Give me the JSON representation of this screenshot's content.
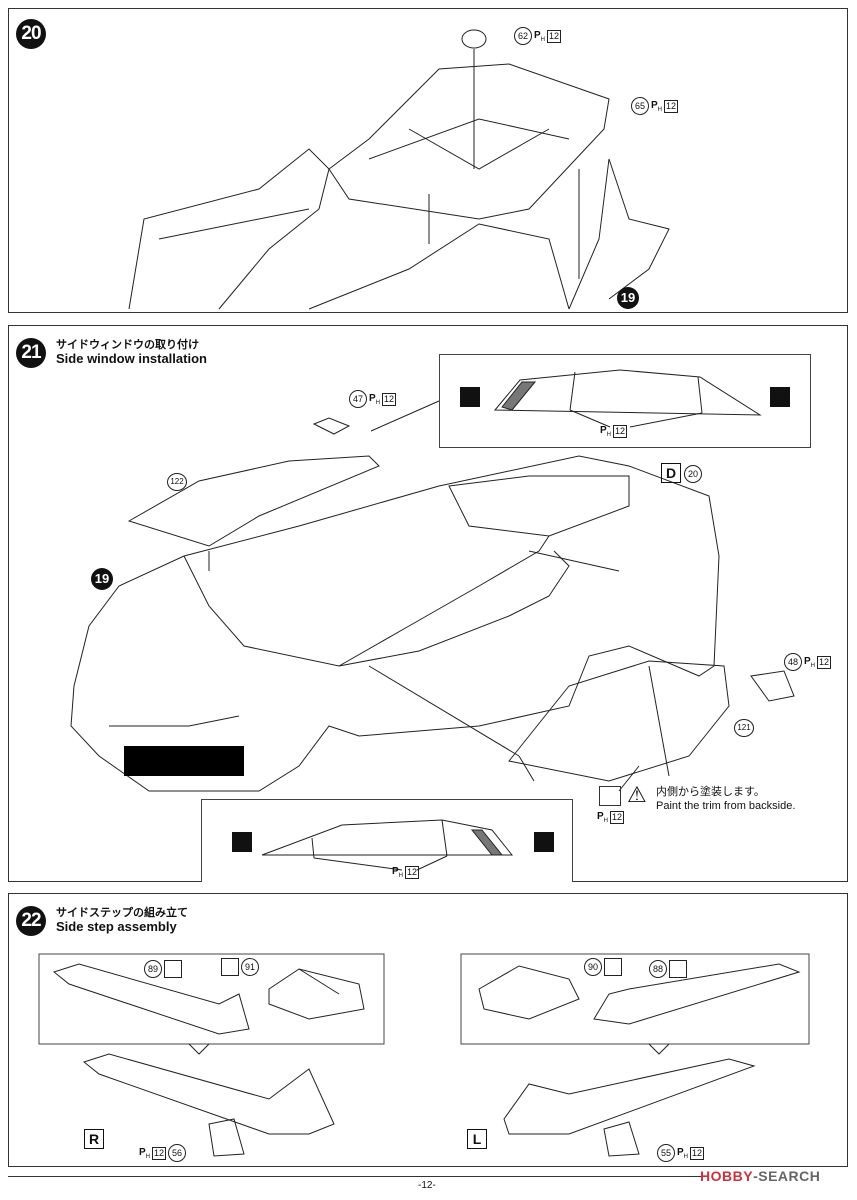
{
  "steps": [
    {
      "number": "20",
      "callouts": [
        {
          "part": "62",
          "ph": "P",
          "sub": "H",
          "page": "12"
        },
        {
          "part": "65",
          "ph": "P",
          "sub": "H",
          "page": "12"
        }
      ],
      "ref": "19"
    },
    {
      "number": "21",
      "title_jp": "サイドウィンドウの取り付け",
      "title_en": "Side window installation",
      "callouts": [
        {
          "part": "47",
          "ph": "P",
          "sub": "H",
          "page": "12"
        },
        {
          "part": "122"
        },
        {
          "part": "48",
          "ph": "P",
          "sub": "H",
          "page": "12"
        },
        {
          "part": "121"
        }
      ],
      "ref": "19",
      "inset_top_ph": {
        "ph": "P",
        "sub": "H",
        "page": "12"
      },
      "inset_bottom_ph": {
        "ph": "P",
        "sub": "H",
        "page": "12"
      },
      "decal_letter": "D",
      "decal_part": "20",
      "note": {
        "jp": "内側から塗装します。",
        "en": "Paint the trim from backside.",
        "ph": "P",
        "sub": "H",
        "page": "12"
      }
    },
    {
      "number": "22",
      "title_jp": "サイドステップの組み立て",
      "title_en": "Side step assembly",
      "right_side": {
        "letter": "R",
        "parts": [
          "89",
          "91"
        ],
        "small_part": {
          "part": "56",
          "ph": "P",
          "sub": "H",
          "page": "12"
        }
      },
      "left_side": {
        "letter": "L",
        "parts": [
          "90",
          "88"
        ],
        "small_part": {
          "part": "55",
          "ph": "P",
          "sub": "H",
          "page": "12"
        }
      }
    }
  ],
  "footer": {
    "page_number": "-12-",
    "brand_a": "HOBBY",
    "brand_b": "-SEARCH"
  }
}
